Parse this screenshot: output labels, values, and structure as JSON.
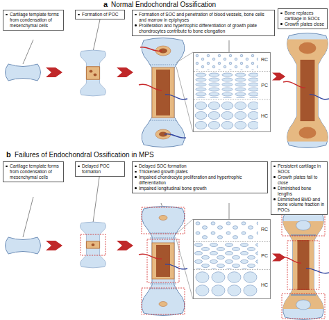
{
  "diagram": {
    "nodes": [
      {
        "text": [
          "Cartilage template forms from condensation of mesenchymal cells"
        ]
      },
      {
        "text": [
          "Formation of POC"
        ]
      },
      {
        "text": [
          "Formation of SOC and penetration of blood vessels, bone cells and marrow in epiphyses",
          "Proliferation and hypertrophic differentiation of growth plate chondrocytes contribute to bone elongation"
        ]
      },
      {
        "text": [
          "Bone replaces cartilage in SOCs",
          "Growth plates close"
        ]
      },
      {
        "text": [
          "RC",
          "PC",
          "HC"
        ]
      },
      {
        "text": [
          "Cartilage template forms from condensation of mesenchymal cells"
        ]
      },
      {
        "text": [
          "Delayed POC formation"
        ]
      },
      {
        "text": [
          "Delayed SOC formation",
          "Thickened growth plates",
          "Impaired chondrocyte proliferation and hypertrophic differentiation",
          "Impaired longitudinal bone growth"
        ]
      },
      {
        "text": [
          "Persistent cartilage in SOCs",
          "Growth plates fail to close",
          "Diminished bone lengths",
          "Diminished BMD and bone volume fraction in POCs"
        ]
      },
      {
        "text": [
          "RC",
          "PC",
          "HC"
        ]
      }
    ],
    "labels": [
      "a",
      "Normal Endochondral Ossification",
      "b",
      "Failures of Endochondral Ossification in MPS"
    ]
  }
}
